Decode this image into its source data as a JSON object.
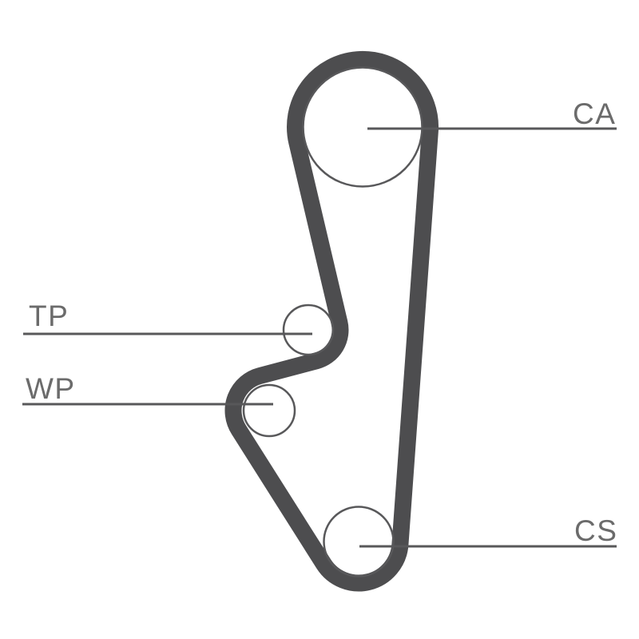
{
  "diagram": {
    "pulleys": [
      {
        "label": "CA"
      },
      {
        "label": "TP"
      },
      {
        "label": "WP"
      },
      {
        "label": "CS"
      }
    ]
  },
  "colors": {
    "belt": "#4d4d4f",
    "outline": "#58585a",
    "label_text": "#6b6b6b",
    "background": "#ffffff"
  }
}
